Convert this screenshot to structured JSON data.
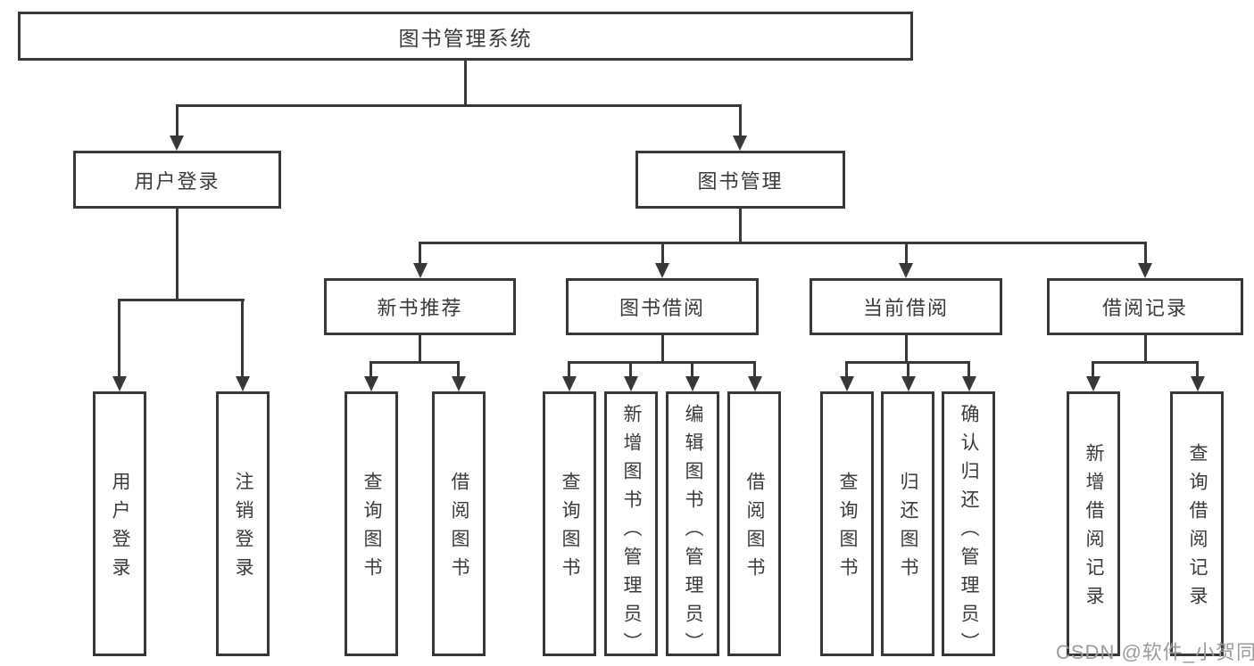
{
  "colors": {
    "line": "#383838",
    "text": "#3a3a3a",
    "background": "#ffffff",
    "watermark": "#9b9b9b"
  },
  "nodes": {
    "root": {
      "label": "图书管理系统"
    },
    "level2": [
      {
        "label": "用户登录"
      },
      {
        "label": "图书管理"
      }
    ],
    "level3": [
      {
        "label": "新书推荐"
      },
      {
        "label": "图书借阅"
      },
      {
        "label": "当前借阅"
      },
      {
        "label": "借阅记录"
      }
    ],
    "leaves": [
      {
        "label": "用户登录"
      },
      {
        "label": "注销登录"
      },
      {
        "label": "查询图书"
      },
      {
        "label": "借阅图书"
      },
      {
        "label": "查询图书"
      },
      {
        "label": "新增图书（管理员）"
      },
      {
        "label": "编辑图书（管理员）"
      },
      {
        "label": "借阅图书"
      },
      {
        "label": "查询图书"
      },
      {
        "label": "归还图书"
      },
      {
        "label": "确认归还（管理员）"
      },
      {
        "label": "新增借阅记录"
      },
      {
        "label": "查询借阅记录"
      }
    ]
  },
  "watermark": {
    "text": "CSDN @软件_小贺同学"
  }
}
